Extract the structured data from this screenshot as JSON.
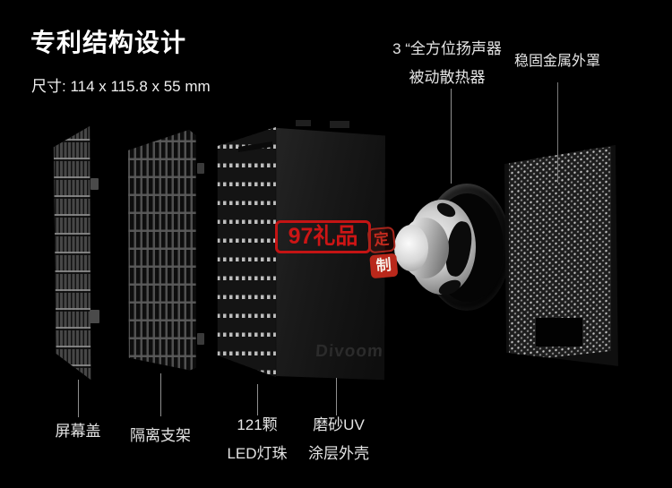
{
  "header": {
    "title": "专利结构设计",
    "subtitle": "尺寸: 114 x 115.8 x 55 mm"
  },
  "callouts": {
    "speaker": {
      "line1": "3 “全方位扬声器",
      "line2": "被动散热器"
    },
    "metal_cover": "稳固金属外罩",
    "screen_cover": "屏幕盖",
    "bracket": "隔离支架",
    "led": {
      "line1": "121颗",
      "line2": "LED灯珠"
    },
    "shell": {
      "line1": "磨砂UV",
      "line2": "涂层外壳"
    }
  },
  "watermark": {
    "badge": "97礼品",
    "seal_top": "定",
    "seal_bottom": "制"
  },
  "device": {
    "logo": "Divoom"
  },
  "colors": {
    "background": "#000000",
    "label_text": "#e4e4e4",
    "accent_red": "#c41414"
  }
}
